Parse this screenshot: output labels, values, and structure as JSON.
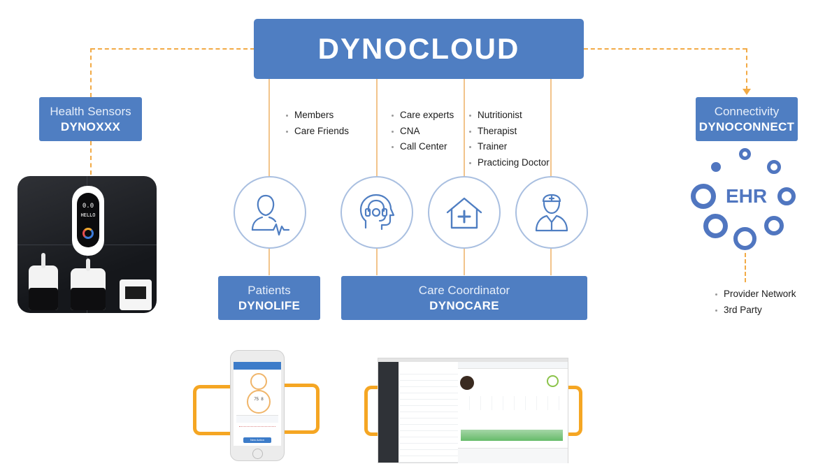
{
  "cloud": {
    "title": "DYNOCLOUD"
  },
  "sensors": {
    "label": "Health Sensors",
    "name": "DYNOXXX",
    "device_screen_text": "HELLO",
    "device_digits": "0.0"
  },
  "connectivity": {
    "label": "Connectivity",
    "name": "DYNOCONNECT"
  },
  "patients": {
    "label": "Patients",
    "name": "DYNOLIFE"
  },
  "care": {
    "label": "Care Coordinator",
    "name": "DYNOCARE"
  },
  "lists": {
    "members": [
      "Members",
      "Care Friends"
    ],
    "care_experts": [
      "Care experts",
      "CNA",
      "Call Center"
    ],
    "professionals": [
      "Nutritionist",
      "Therapist",
      "Trainer",
      "Practicing Doctor"
    ],
    "network": [
      "Provider Network",
      "3rd Party"
    ]
  },
  "ehr": {
    "label": "EHR"
  },
  "icons": [
    "patient-pulse-icon",
    "headset-agent-icon",
    "home-health-icon",
    "doctor-icon"
  ],
  "phone": {
    "ring_values": "75  8",
    "action_label": "New Action"
  },
  "colors": {
    "primary": "#4f7ec2",
    "accent": "#f2aa45",
    "circle_border": "#a9bfe0",
    "ehr": "#5076c0"
  }
}
